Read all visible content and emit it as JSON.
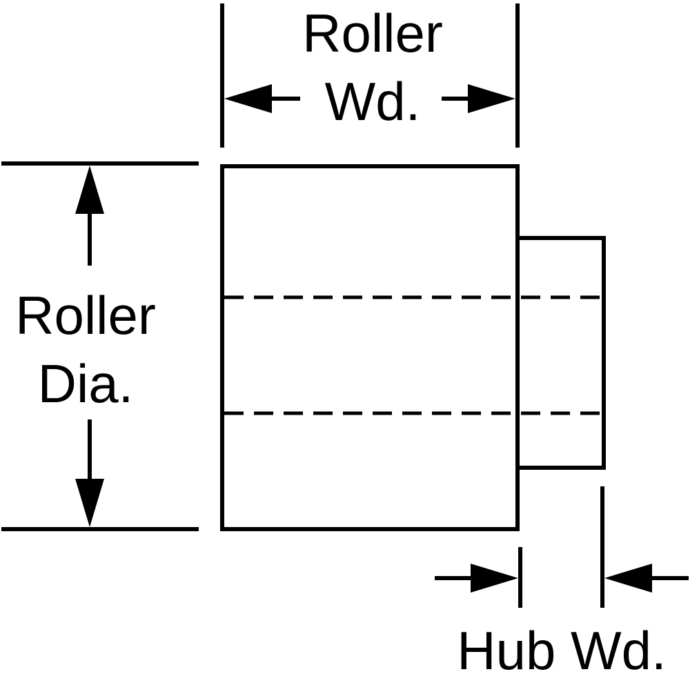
{
  "labels": {
    "roller_width_line1": "Roller",
    "roller_width_line2": "Wd.",
    "roller_diameter_line1": "Roller",
    "roller_diameter_line2": "Dia.",
    "hub_width": "Hub Wd."
  },
  "colors": {
    "stroke": "#000000",
    "background": "#ffffff"
  }
}
